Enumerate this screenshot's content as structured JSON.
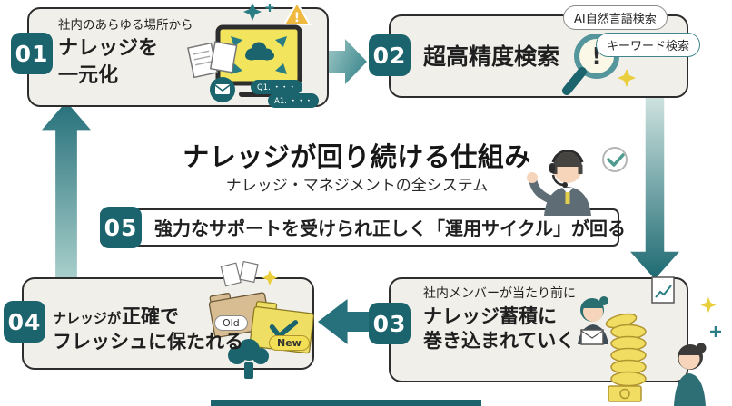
{
  "title": {
    "main": "ナレッジが回り続ける仕組み",
    "sub": "ナレッジ・マネジメントの全システム"
  },
  "steps": {
    "s01": {
      "number": "01",
      "lead": "社内のあらゆる場所から",
      "line1": "ナレッジを",
      "line2": "一元化",
      "bubble_q": "Q1. ・・・",
      "bubble_a": "A1. ・・・"
    },
    "s02": {
      "number": "02",
      "label": "超高精度検索",
      "tag_ai": "AI自然言語検索",
      "tag_kw": "キーワード検索"
    },
    "s03": {
      "number": "03",
      "lead": "社内メンバーが当たり前に",
      "line1": "ナレッジ蓄積に",
      "line2": "巻き込まれていく"
    },
    "s04": {
      "number": "04",
      "line1_normal": "ナレッジが",
      "line1_bold": "正確で",
      "line2": "フレッシュに保たれる",
      "tag_old": "Old",
      "tag_new": "New"
    },
    "s05": {
      "number": "05",
      "label": "強力なサポートを受けられ正しく「運用サイクル」が回る"
    }
  },
  "icons": {
    "warning_glyph": "!",
    "search_alert_glyph": "!"
  },
  "colors": {
    "teal_dark": "#1b646d",
    "teal_mid": "#2f7e86",
    "teal_light": "#a9cfcb",
    "box_bg": "#f1efe9",
    "outline": "#2d2d2d",
    "accent_yellow": "#f2e45c",
    "warning_orange": "#efb83f"
  }
}
